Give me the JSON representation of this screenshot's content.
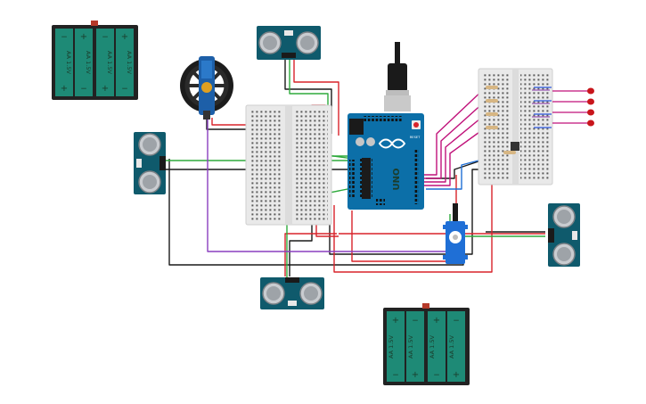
{
  "battery_cell_label": "AA 1.5V",
  "polarity": {
    "plus": "+",
    "minus": "−"
  },
  "arduino": {
    "brand_mark": "UNO",
    "reset_label": "RESET"
  },
  "colors": {
    "wire_red": "#d8232a",
    "wire_black": "#1a1a1a",
    "wire_green": "#2eaa3c",
    "wire_purple": "#8a3fbf",
    "wire_magenta": "#c0127a",
    "wire_blue": "#1f6fd6",
    "board_blue": "#0c6fa8",
    "sensor_teal": "#0f5a6c",
    "battery_green": "#1e8a76",
    "led_red": "#c8151b"
  }
}
